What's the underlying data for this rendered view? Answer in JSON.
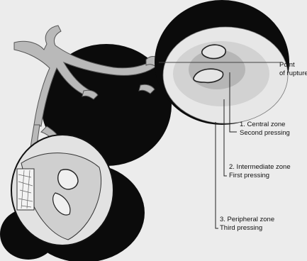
{
  "diagram": {
    "labels": {
      "rupture": {
        "line1": "Point",
        "line2": "of rupture"
      },
      "central": {
        "line1": "1. Central zone",
        "line2": "Second pressing"
      },
      "intermediate": {
        "line1": "2. Intermediate zone",
        "line2": "First pressing"
      },
      "peripheral": {
        "line1": "3. Peripheral zone",
        "line2": "Third pressing"
      }
    },
    "colors": {
      "berry_skin": "#0b0b0b",
      "stem": "#b9b9b9",
      "pulp_peripheral": "#e7e7e7",
      "pulp_intermediate": "#d2d2d2",
      "pulp_central": "#b6b6b6",
      "leader_line": "#222222",
      "background": "#ececec"
    }
  }
}
